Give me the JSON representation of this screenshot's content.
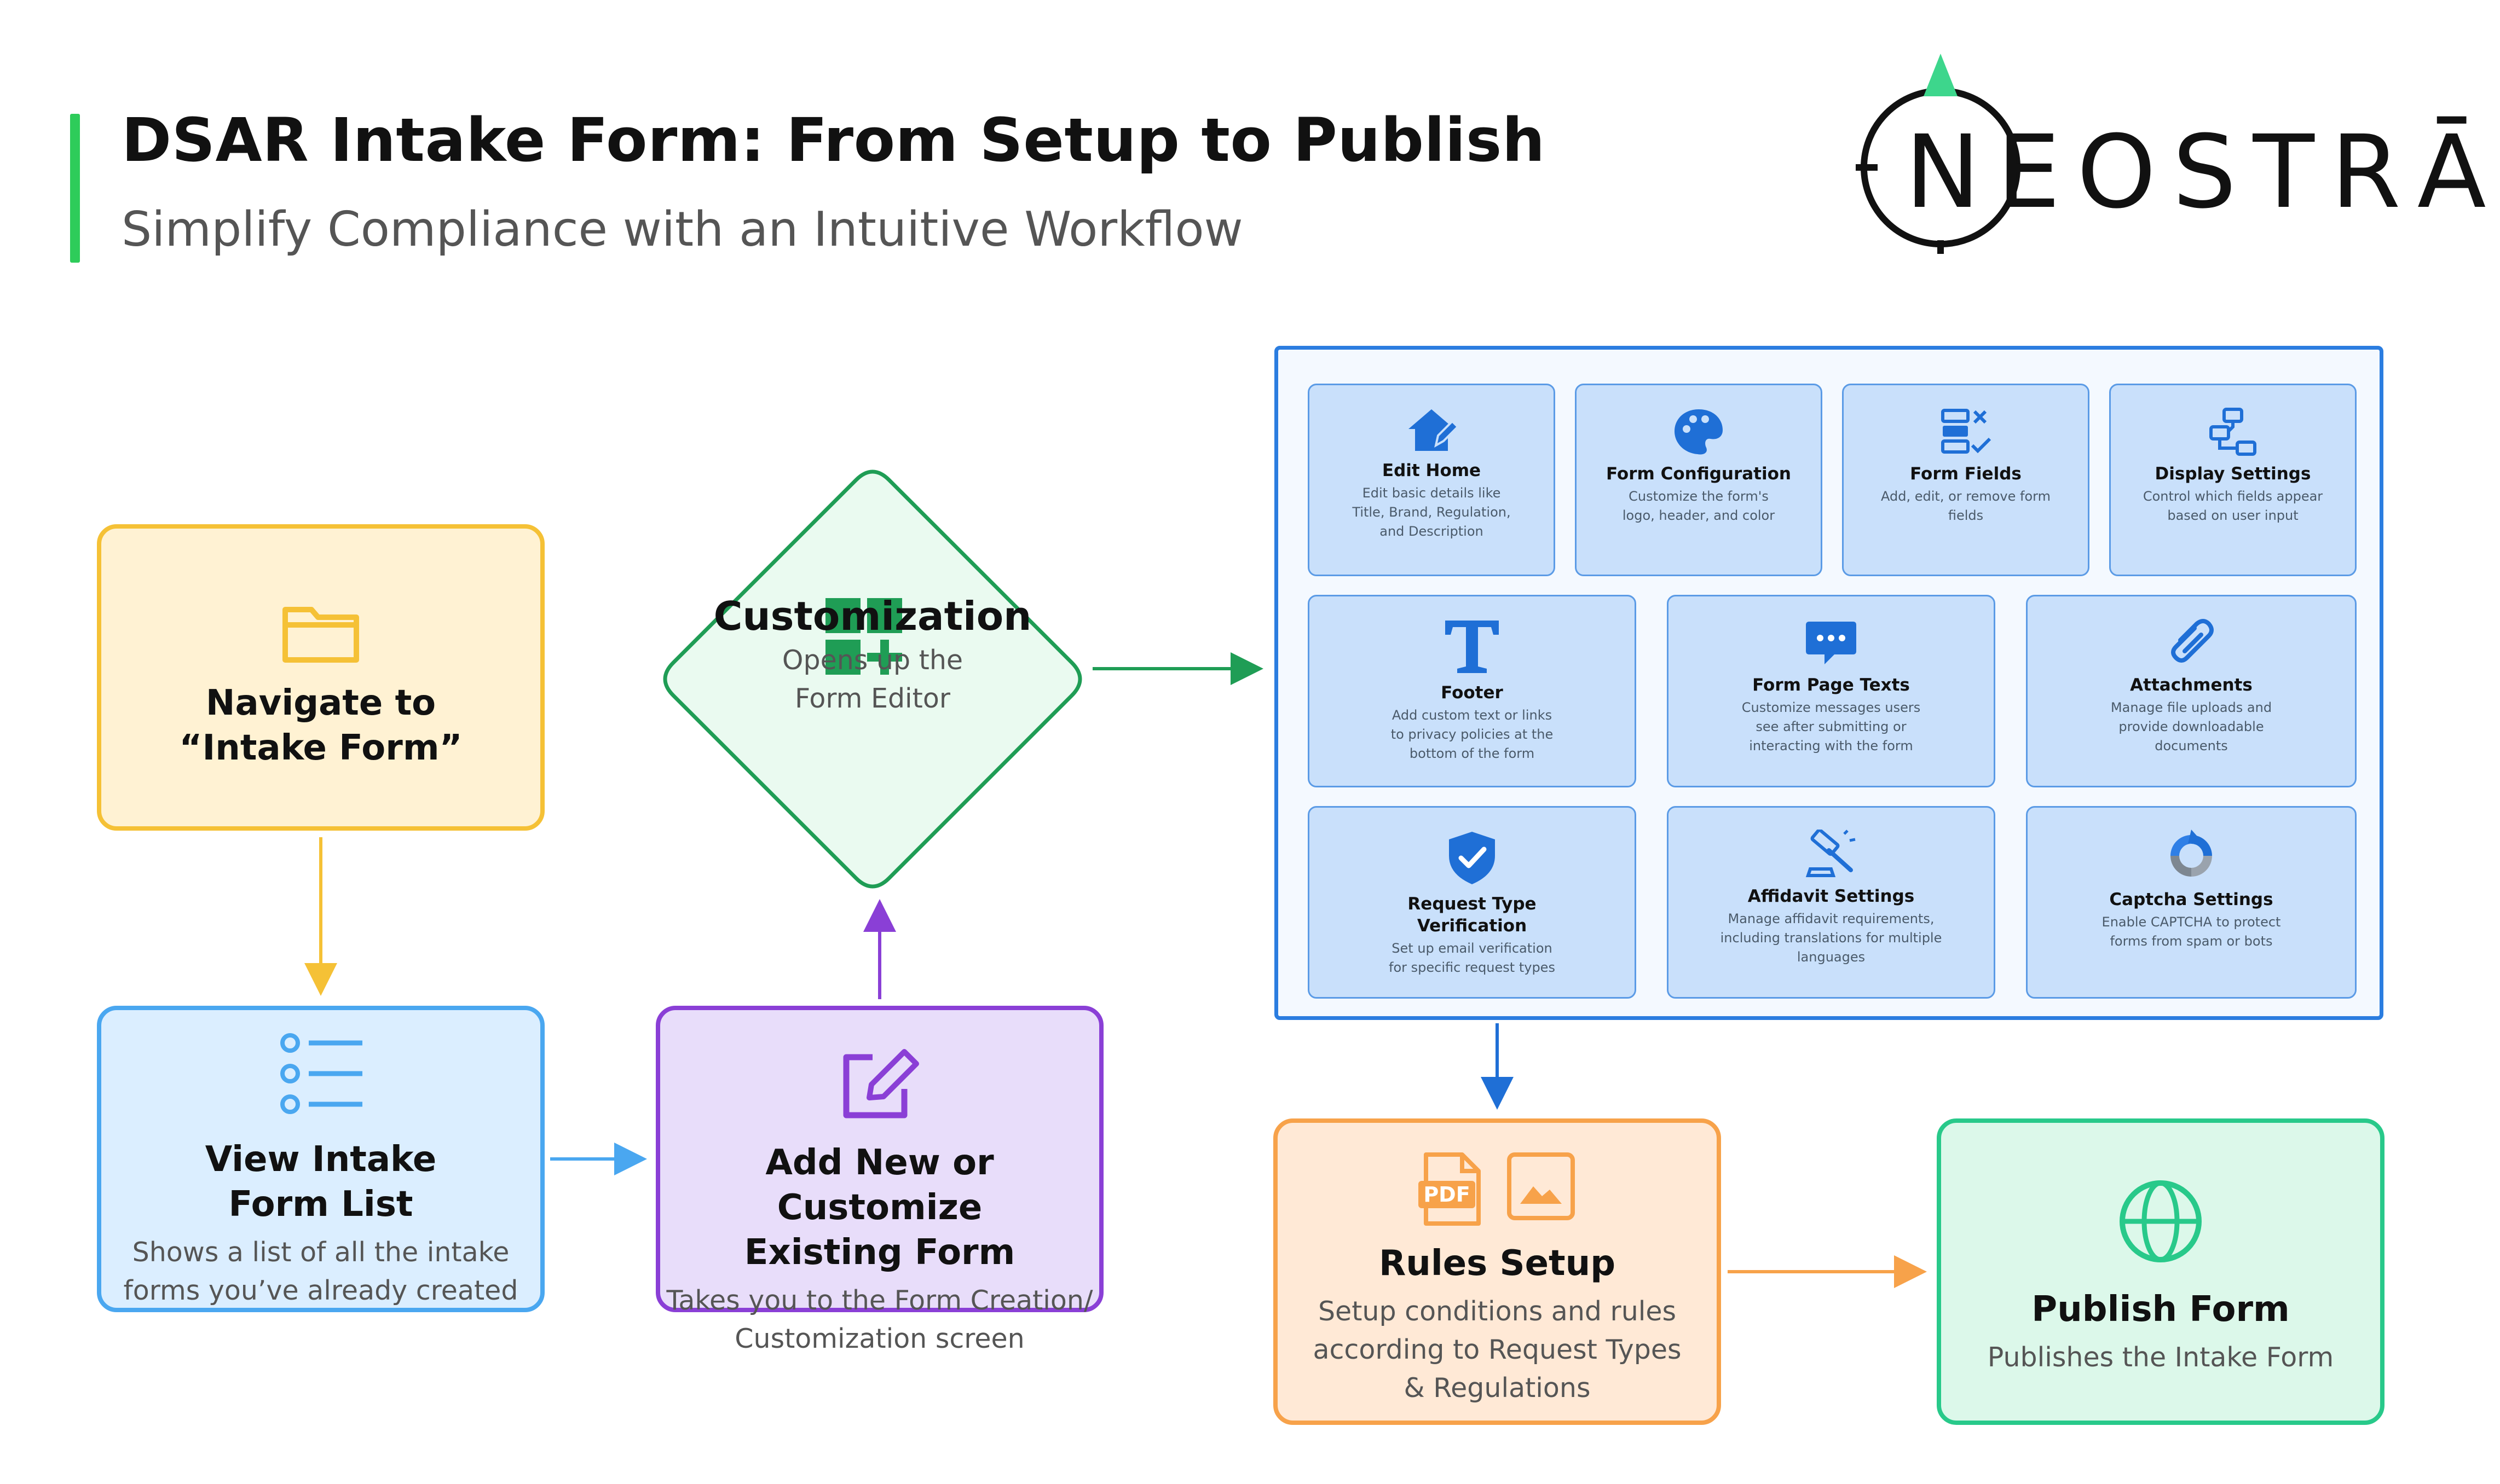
{
  "header": {
    "title": "DSAR Intake Form: From Setup to Publish",
    "subtitle": "Simplify Compliance with an Intuitive Workflow",
    "accent_color": "#2ecc5a"
  },
  "logo": {
    "wordmark": "NEOSTRĀ",
    "icon": "compass-ring-icon",
    "accent_color": "#3dd68c"
  },
  "steps": {
    "navigate": {
      "title": "Navigate to\n“Intake Form”",
      "icon": "folder-icon",
      "color": "#f5c136"
    },
    "view_list": {
      "title": "View Intake\nForm List",
      "desc": "Shows a list of all the intake\nforms you’ve already created",
      "icon": "list-icon",
      "color": "#4aa7f0"
    },
    "add_customize": {
      "title": "Add New or Customize\nExisting Form",
      "desc": "Takes you to the Form Creation/\nCustomization screen",
      "icon": "edit-square-icon",
      "color": "#8a3fd6"
    },
    "customization": {
      "title": "Customization",
      "desc": "Opens up the\nForm Editor",
      "icon": "grid-plus-icon",
      "color": "#1f9d55"
    },
    "rules_setup": {
      "title": "Rules Setup",
      "desc": "Setup conditions and rules\naccording to Request Types\n& Regulations",
      "icons": [
        "pdf-file-icon",
        "image-icon"
      ],
      "color": "#f7a24a"
    },
    "publish": {
      "title": "Publish Form",
      "desc": "Publishes the Intake Form",
      "icon": "globe-icon",
      "color": "#28c98a"
    }
  },
  "editor_panel": {
    "color": "#2b7de0",
    "cards": [
      {
        "title": "Edit Home",
        "desc": "Edit basic details like\nTitle, Brand, Regulation,\nand Description",
        "icon": "home-edit-icon"
      },
      {
        "title": "Form Configuration",
        "desc": "Customize the form's\nlogo, header, and color",
        "icon": "palette-icon"
      },
      {
        "title": "Form Fields",
        "desc": "Add, edit, or remove form\nfields",
        "icon": "fields-checklist-icon"
      },
      {
        "title": "Display Settings",
        "desc": "Control which fields appear\nbased on user input",
        "icon": "flow-diagram-icon"
      },
      {
        "title": "Footer",
        "desc": "Add custom text or links\nto privacy policies at the\nbottom of the form",
        "icon": "text-t-icon"
      },
      {
        "title": "Form Page Texts",
        "desc": "Customize messages users\nsee after submitting or\ninteracting with the form",
        "icon": "chat-bubble-icon"
      },
      {
        "title": "Attachments",
        "desc": "Manage file uploads and\nprovide downloadable\ndocuments",
        "icon": "paperclip-icon"
      },
      {
        "title": "Request Type\nVerification",
        "desc": "Set up email verification\nfor specific request types",
        "icon": "shield-check-icon"
      },
      {
        "title": "Affidavit Settings",
        "desc": "Manage affidavit requirements,\nincluding translations for multiple\nlanguages",
        "icon": "gavel-icon"
      },
      {
        "title": "Captcha Settings",
        "desc": "Enable CAPTCHA to protect\nforms from spam or bots",
        "icon": "recaptcha-icon"
      }
    ]
  }
}
